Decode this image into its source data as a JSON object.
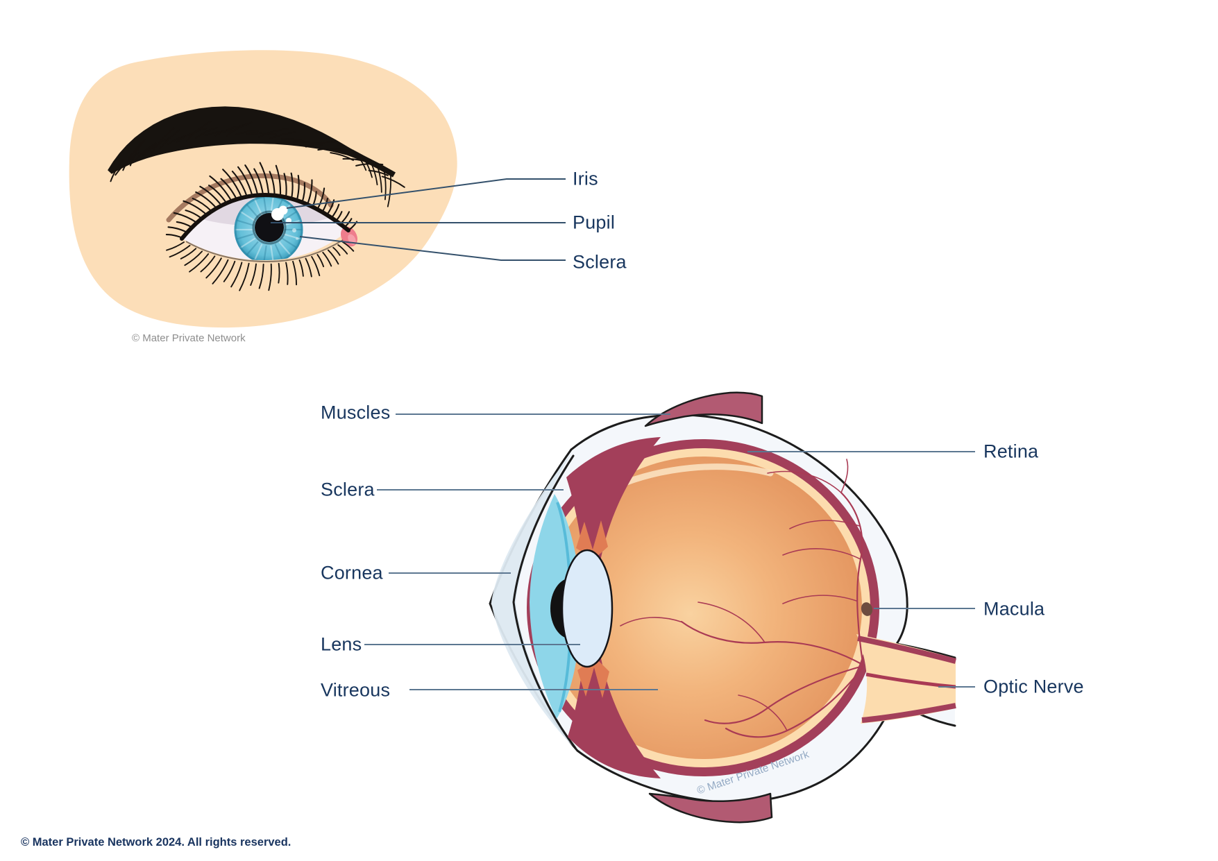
{
  "top_illustration": {
    "credit": "© Mater Private Network",
    "labels": {
      "iris": "Iris",
      "pupil": "Pupil",
      "sclera": "Sclera"
    }
  },
  "cross_section": {
    "credit": "© Mater Private Network",
    "labels": {
      "muscles": "Muscles",
      "sclera": "Sclera",
      "cornea": "Cornea",
      "lens": "Lens",
      "vitreous": "Vitreous",
      "retina": "Retina",
      "macula": "Macula",
      "optic_nerve": "Optic Nerve"
    }
  },
  "footer": {
    "text": "© Mater Private Network 2024. All rights reserved."
  },
  "colors": {
    "label_text": "#18365e",
    "leader_top": "#33506b",
    "leader_bottom": "#5c7791",
    "skin": "#fcdeb8",
    "shell_white": "#f4f7fb",
    "outline_black": "#1c1c1c",
    "maroon": "#a33f5a",
    "muscle_rose": "#b25a72",
    "cream": "#fcdcae",
    "orange_mid": "#e89a62",
    "vessel_red": "#a93a54",
    "iris_blue": "#7fcce2",
    "chamber_blue": "#8ed6e9",
    "lens_pale": "#dcebf9",
    "macula_brown": "#6d4c3f",
    "credit_gray": "#8e8e8e",
    "credit_blue": "#94aac4",
    "footer_navy": "#1a3560"
  }
}
